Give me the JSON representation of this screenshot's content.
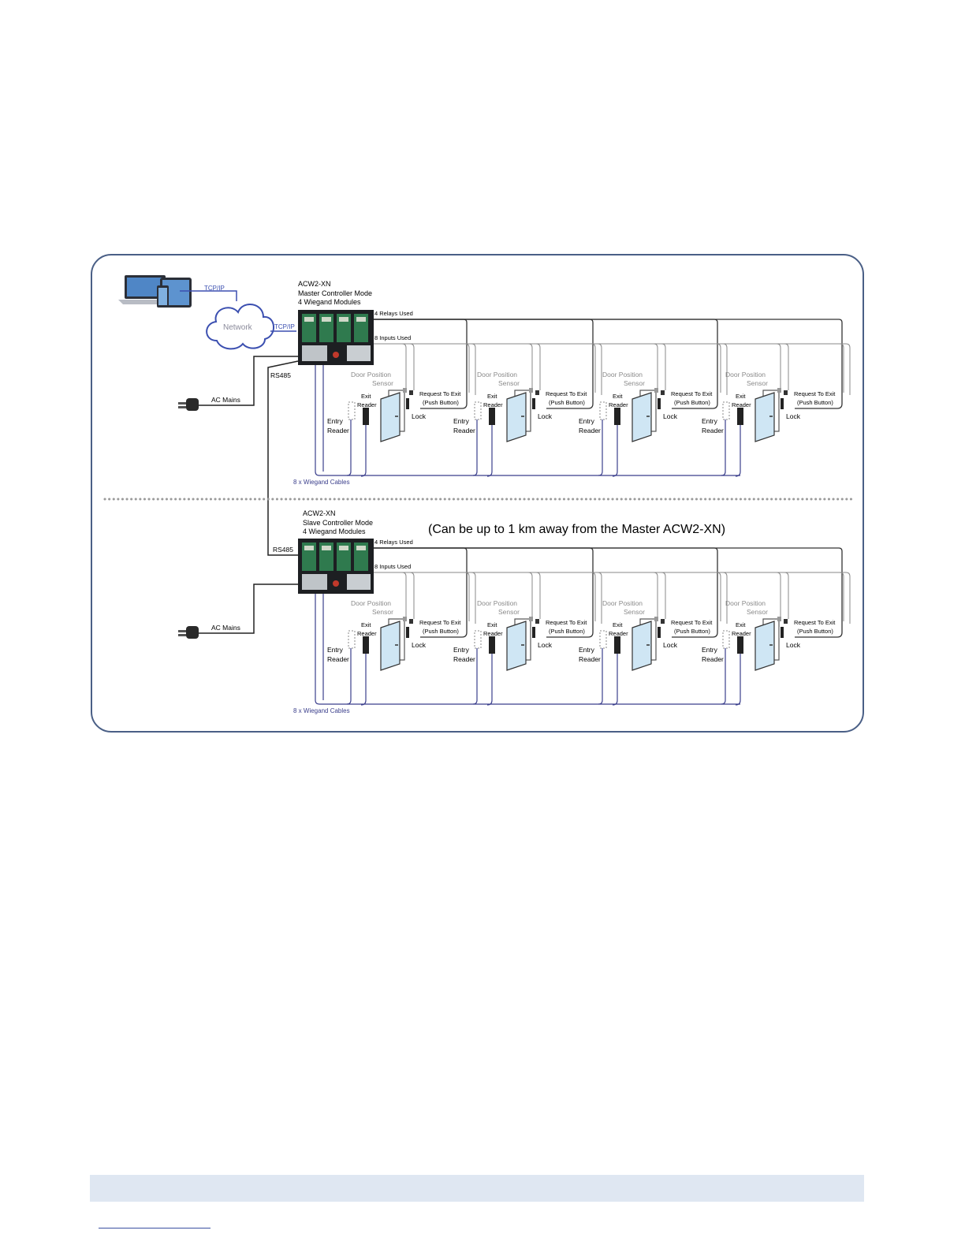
{
  "master": {
    "model": "ACW2-XN",
    "mode": "Master Controller Mode",
    "modules": "4 Wiegand Modules",
    "relays": "4 Relays Used",
    "inputs": "8 Inputs Used",
    "cables": "8 x Wiegand Cables",
    "rs485": "RS485",
    "ac_mains": "AC Mains"
  },
  "slave": {
    "model": "ACW2-XN",
    "mode": "Slave Controller Mode",
    "modules": "4 Wiegand Modules",
    "relays": "4 Relays Used",
    "inputs": "8 Inputs Used",
    "cables": "8 x Wiegand Cables",
    "rs485": "RS485",
    "ac_mains": "AC Mains",
    "distance_note": "(Can be up to 1 km away from the Master ACW2-XN)"
  },
  "network": {
    "cloud_label": "Network",
    "tcpip_top": "TCP/IP",
    "tcpip_side": "TCP/IP"
  },
  "door_labels": {
    "dps_line1": "Door Position",
    "dps_line2": "Sensor",
    "exit_line1": "Exit",
    "exit_line2": "Reader",
    "entry_line1": "Entry",
    "entry_line2": "Reader",
    "rte_line1": "Request To Exit",
    "rte_line2": "(Push Button)",
    "lock": "Lock"
  },
  "colors": {
    "frame": "#4a5f86",
    "wire": "#333333",
    "input_wire": "#8a8a8a",
    "wiegand_wire": "#3b3f8c",
    "network_blue": "#3b4fb0",
    "footer_band": "#dfe7f2"
  }
}
